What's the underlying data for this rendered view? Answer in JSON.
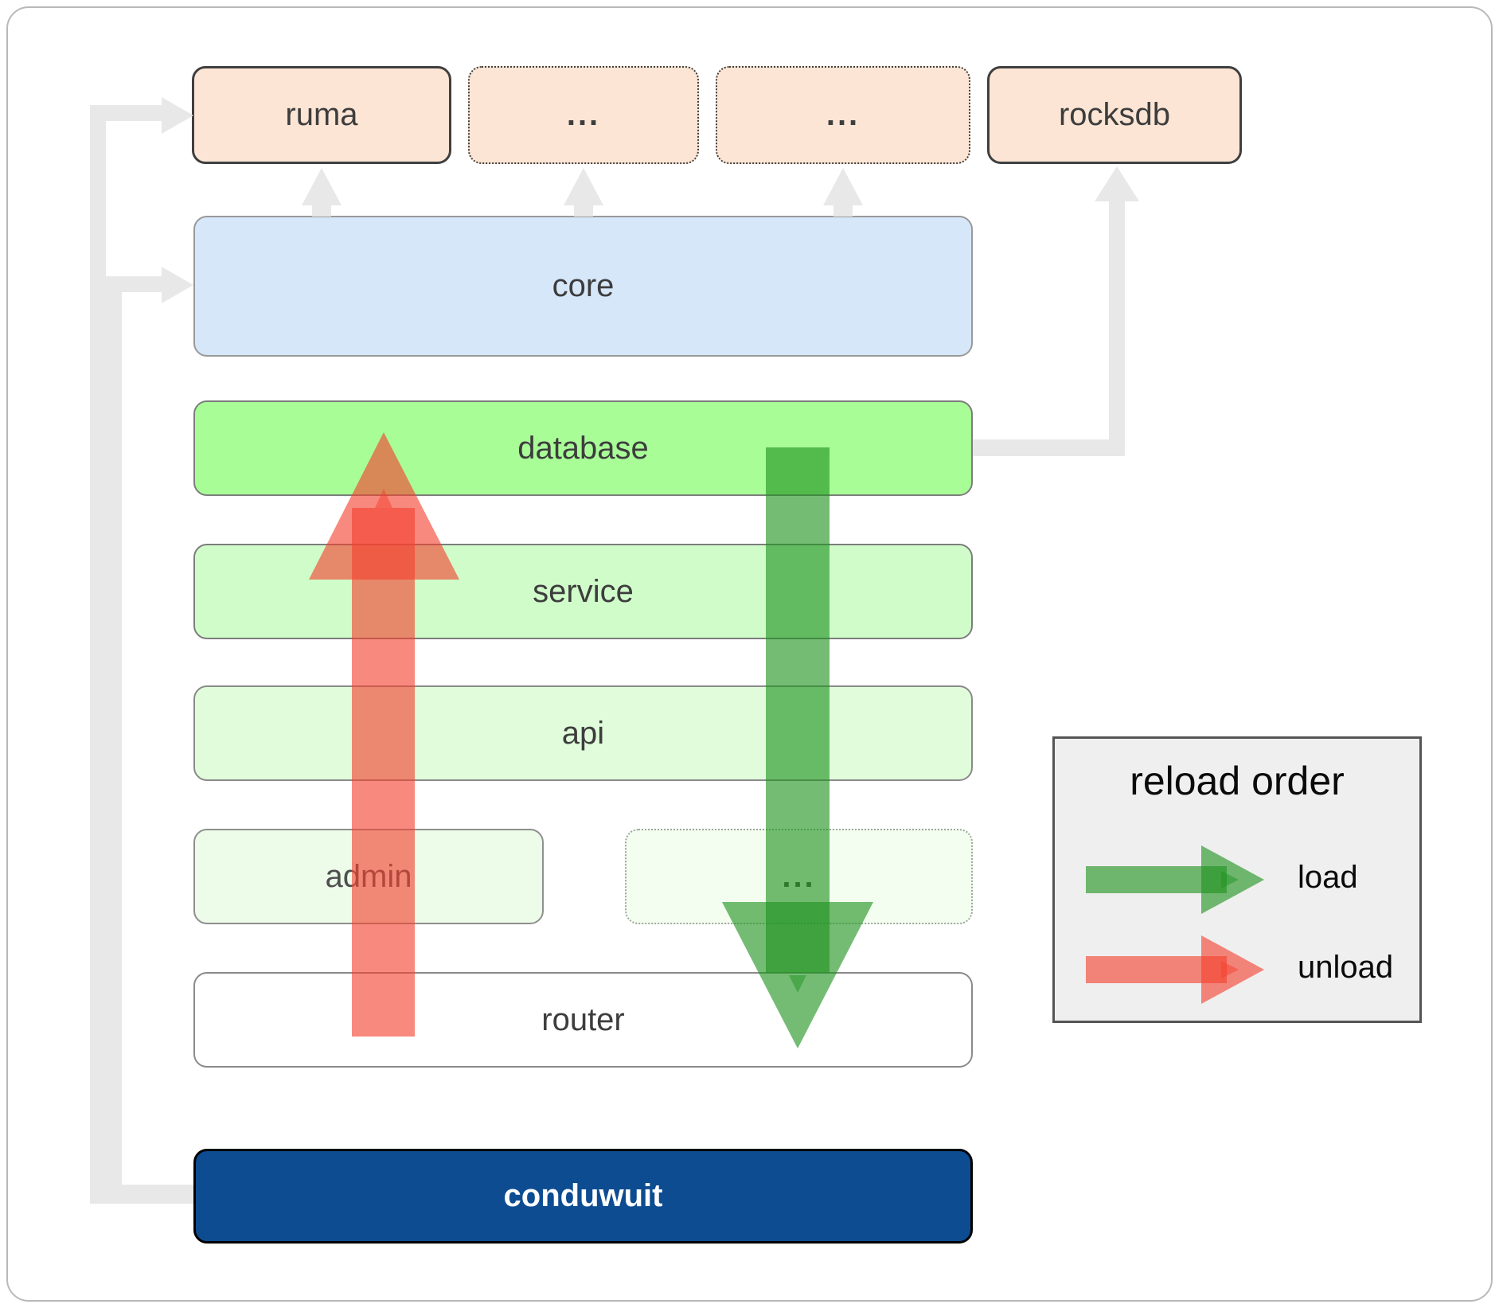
{
  "diagram": {
    "nodes": {
      "ruma": {
        "label": "ruma"
      },
      "dep2": {
        "label": "..."
      },
      "dep3": {
        "label": "..."
      },
      "rocksdb": {
        "label": "rocksdb"
      },
      "core": {
        "label": "core"
      },
      "database": {
        "label": "database"
      },
      "service": {
        "label": "service"
      },
      "api": {
        "label": "api"
      },
      "admin": {
        "label": "admin"
      },
      "more": {
        "label": "..."
      },
      "router": {
        "label": "router"
      },
      "conduwuit": {
        "label": "conduwuit"
      }
    },
    "legend": {
      "title": "reload order",
      "items": [
        {
          "label": "load",
          "color": "#1f931f"
        },
        {
          "label": "unload",
          "color": "#f4402e"
        }
      ]
    },
    "colors": {
      "load_arrow": "#1f931f",
      "unload_arrow": "#f4402e",
      "connector": "#e8e8e8",
      "dependency_fill": "#fce5d4",
      "core_fill": "#d7e7fa",
      "database_fill": "#a8fd97",
      "conduwuit_fill": "#0d4c91",
      "legend_bg": "#efefef"
    }
  }
}
